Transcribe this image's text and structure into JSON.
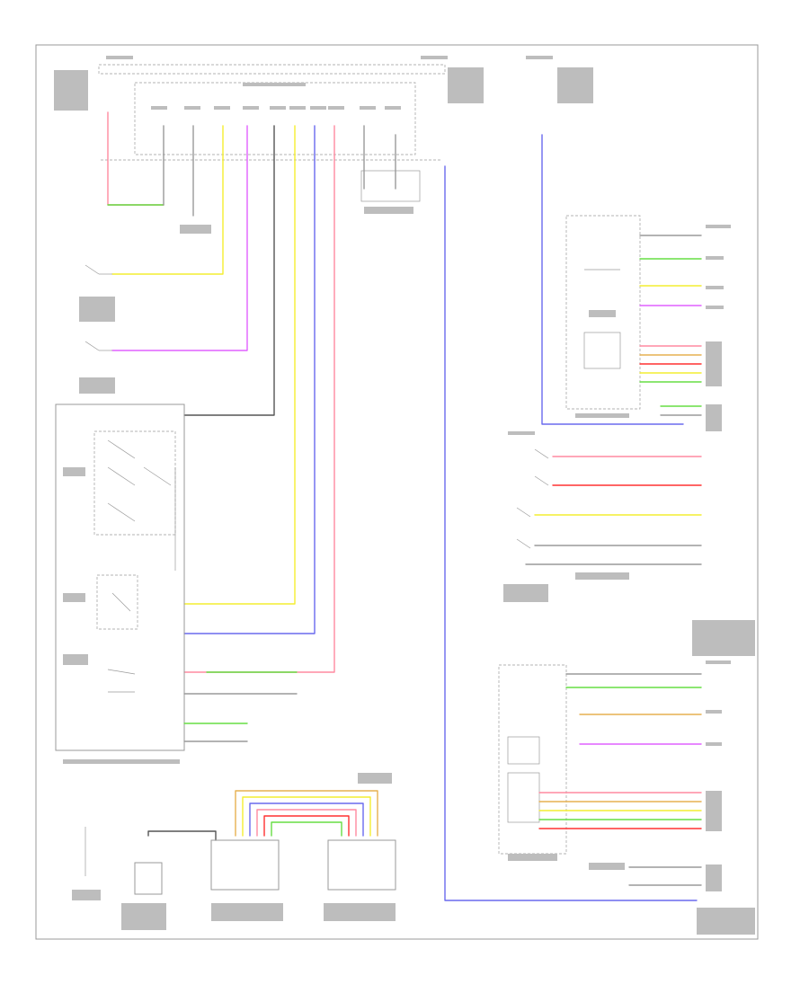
{
  "diagram": {
    "footer_code": "",
    "connector_labels": [
      "",
      "",
      ""
    ],
    "components": [
      {
        "id": "mirror-switch-assembly",
        "label": ""
      },
      {
        "id": "left-outer-mirror",
        "label": ""
      },
      {
        "id": "right-outer-mirror",
        "label": ""
      },
      {
        "id": "main-body-ecu",
        "label": ""
      },
      {
        "id": "power-source-control-ecu",
        "label": ""
      },
      {
        "id": "left-front-door-switch",
        "label": ""
      },
      {
        "id": "left-front-power-window-switch",
        "label": ""
      }
    ],
    "wire_colors": {
      "black": "#555555",
      "gray": "#9a9a9a",
      "pink": "#ff8aa0",
      "red": "#ff3030",
      "yellow": "#f4ee30",
      "green": "#66dd44",
      "blue": "#6a6aee",
      "violet": "#e060ff",
      "orange": "#e6b050"
    }
  }
}
